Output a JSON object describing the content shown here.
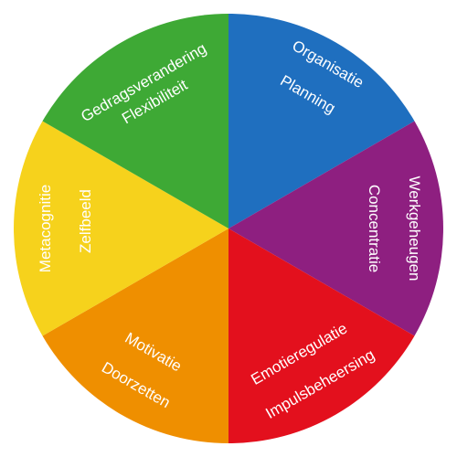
{
  "wheel": {
    "segments": [
      {
        "labels": [
          "Organisatie",
          "Planning"
        ],
        "color": "#1f6fbf"
      },
      {
        "labels": [
          "Werkgeheugen",
          "Concentratie"
        ],
        "color": "#8e1f80"
      },
      {
        "labels": [
          "Emotieregulatie",
          "Impulsbeheersing"
        ],
        "color": "#e3101d"
      },
      {
        "labels": [
          "Motivatie",
          "Doorzetten"
        ],
        "color": "#ef8f00"
      },
      {
        "labels": [
          "Metacognitie",
          "Zelfbeeld"
        ],
        "color": "#f6d21c"
      },
      {
        "labels": [
          "Gedragsverandering",
          "Flexibiliteit"
        ],
        "color": "#3ea935"
      }
    ]
  }
}
